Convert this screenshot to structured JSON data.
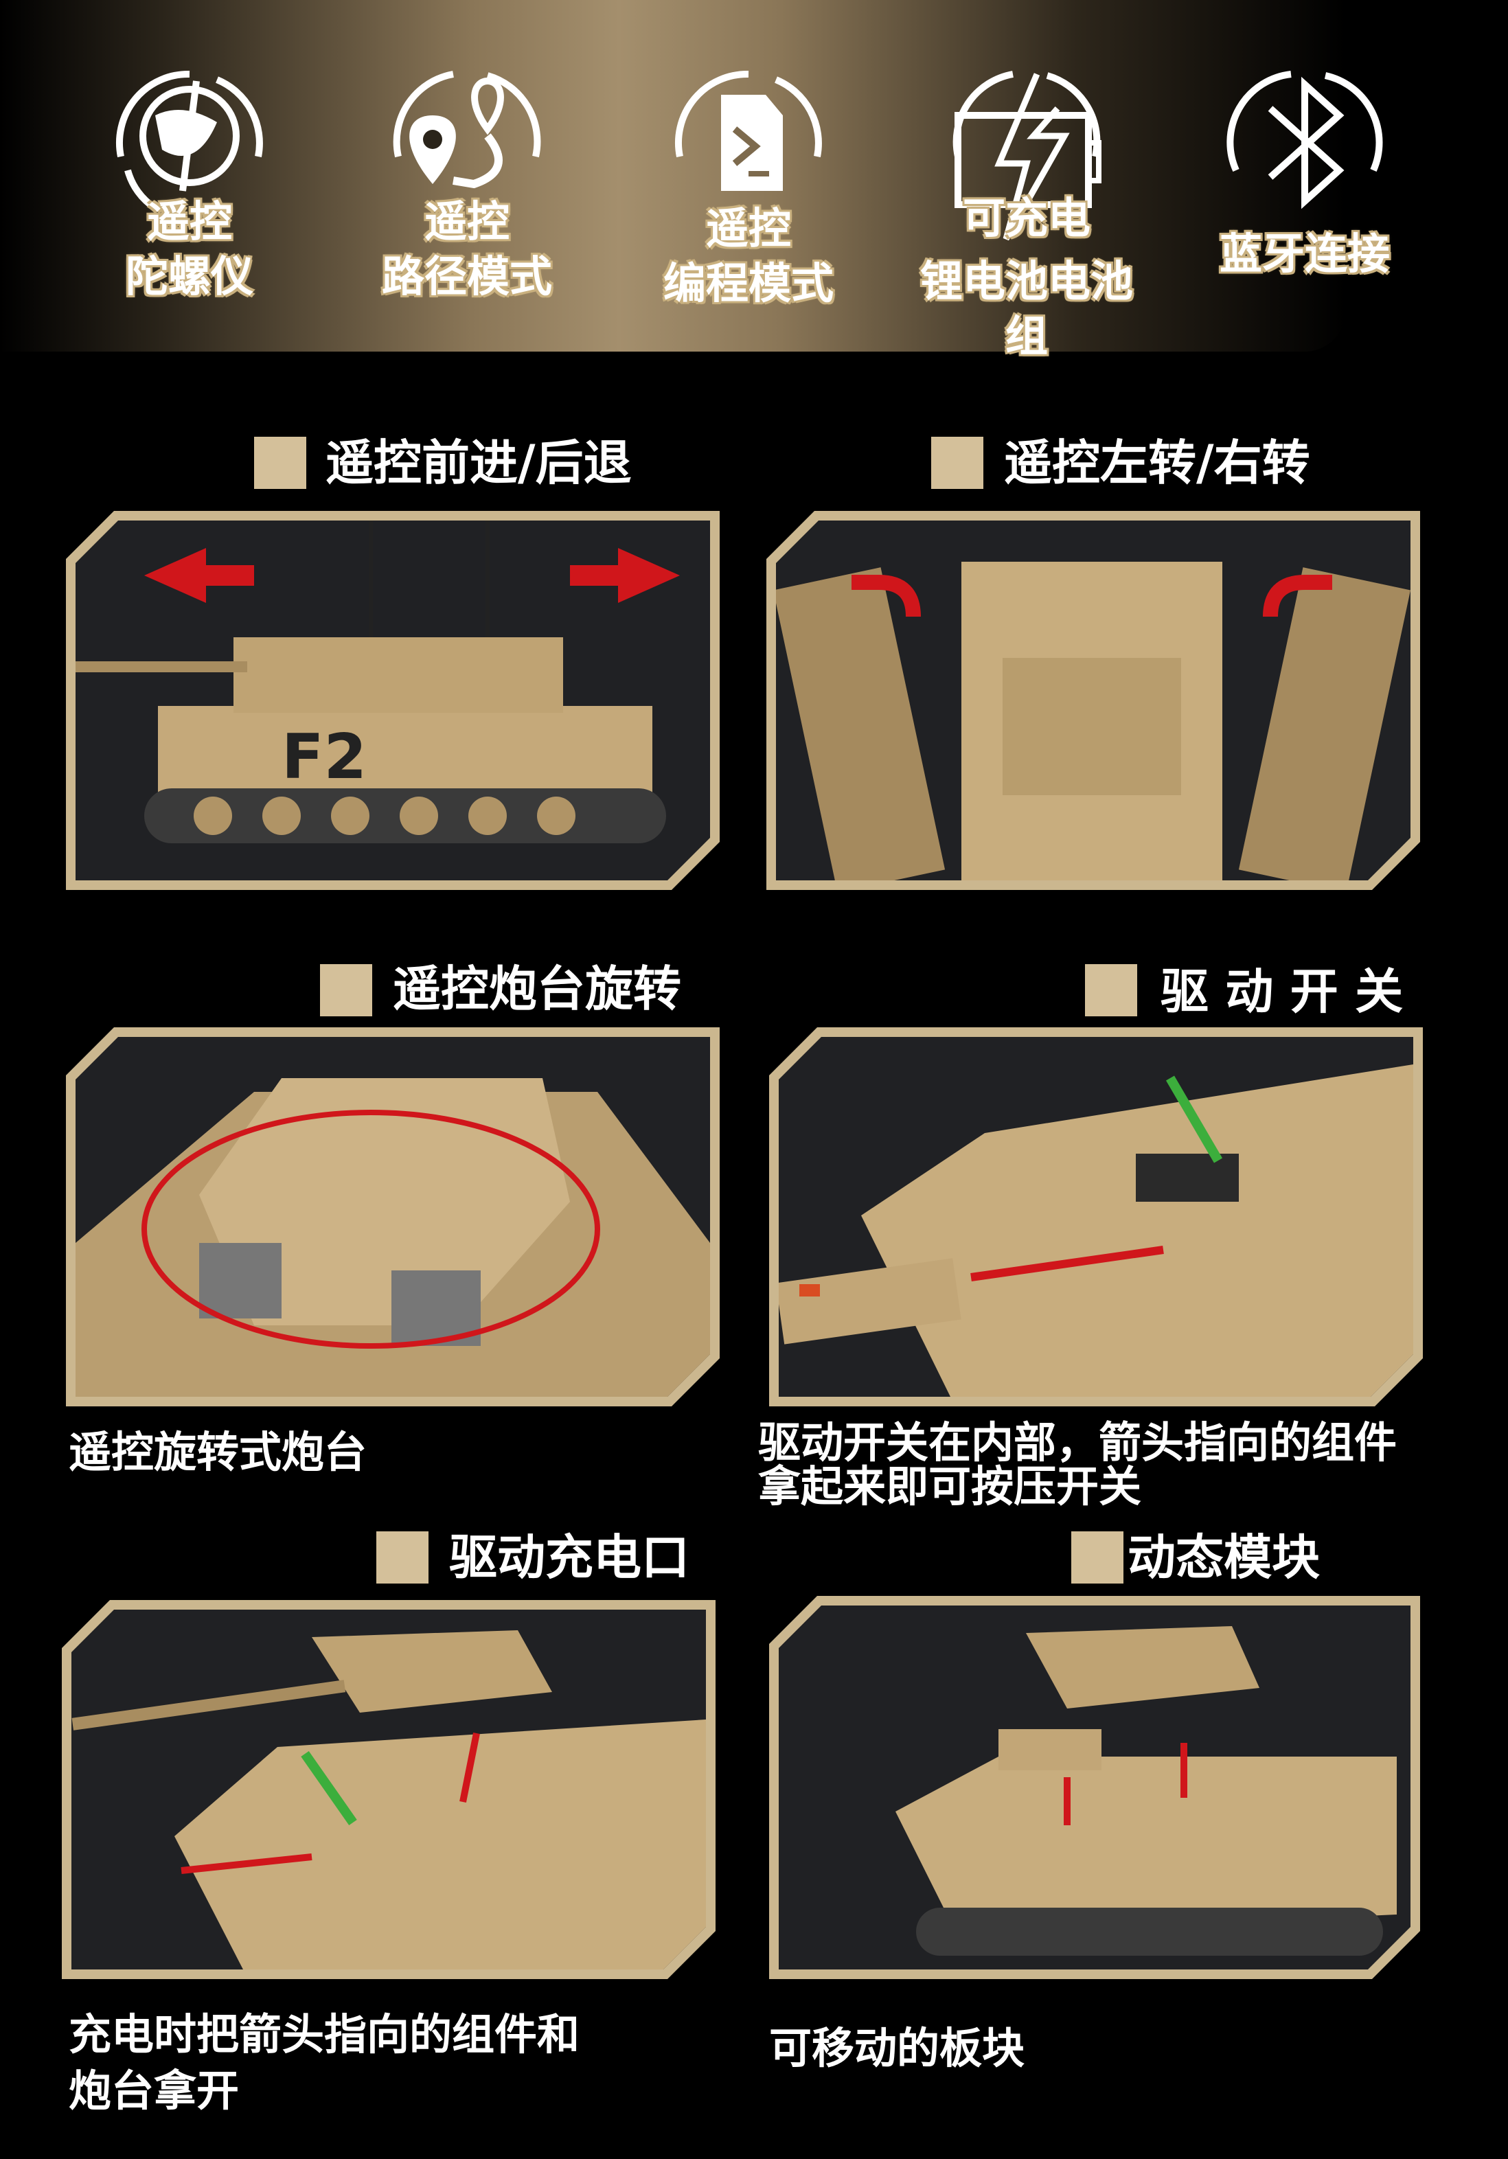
{
  "features": [
    {
      "icon": "gyroscope-icon",
      "line1": "遥控",
      "line2": "陀螺仪"
    },
    {
      "icon": "route-pin-icon",
      "line1": "遥控",
      "line2": "路径模式"
    },
    {
      "icon": "program-file-icon",
      "line1": "遥控",
      "line2": "编程模式"
    },
    {
      "icon": "battery-charge-icon",
      "line1": "可充电",
      "line2": "锂电池电池组"
    },
    {
      "icon": "bluetooth-icon",
      "line1": "蓝牙连接",
      "line2": ""
    }
  ],
  "sections": {
    "forward_back": {
      "title": "遥控前进/后退"
    },
    "turn": {
      "title": "遥控左转/右转"
    },
    "turret": {
      "title": "遥控炮台旋转",
      "caption": "遥控旋转式炮台"
    },
    "switch": {
      "title": "驱 动 开 关",
      "caption_line1": "驱动开关在内部，箭头指向的组件",
      "caption_line2": "拿起来即可按压开关"
    },
    "charge": {
      "title": "驱动充电口",
      "caption_line1": "充电时把箭头指向的组件和",
      "caption_line2": "炮台拿开"
    },
    "dynamic": {
      "title": "动态模块",
      "caption": "可移动的板块"
    }
  },
  "hull_marking": "F2",
  "colors": {
    "accent_tan": "#cbb78f",
    "arrow_red": "#d0161b",
    "arrow_green": "#3cae3c",
    "panel_bg": "#202124"
  }
}
